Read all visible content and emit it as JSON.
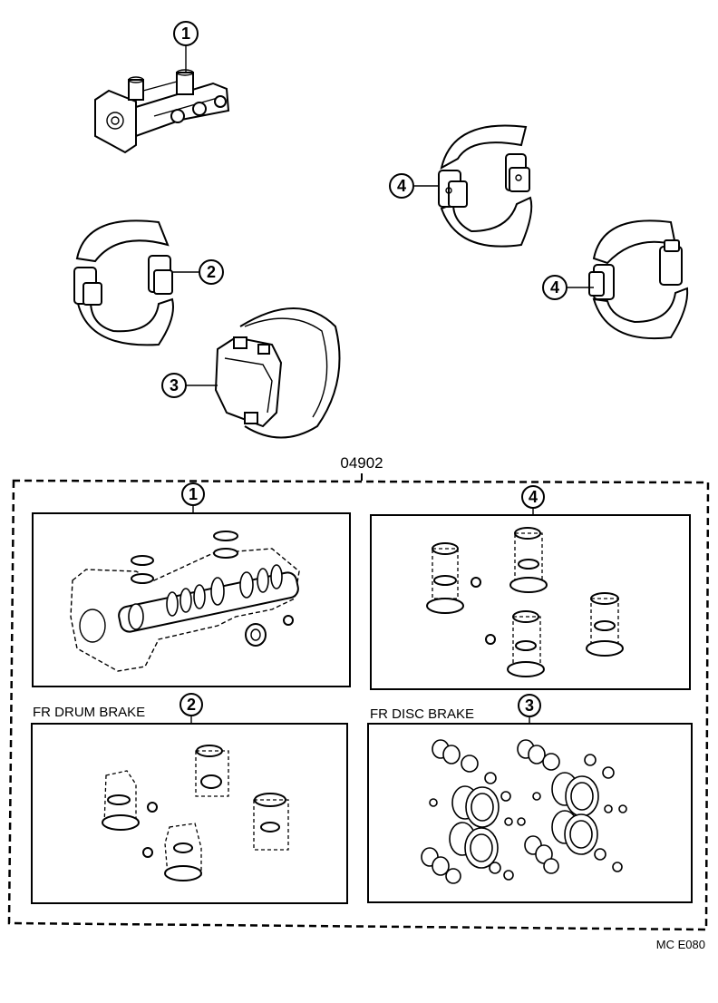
{
  "kit_number": "04902",
  "callouts": [
    "1",
    "2",
    "3",
    "4"
  ],
  "sections": {
    "master_cylinder": {
      "number": "1",
      "caption": ""
    },
    "rear_wheel_cylinder": {
      "number": "4",
      "caption": ""
    },
    "fr_drum_brake": {
      "number": "2",
      "caption": "FR DRUM BRAKE"
    },
    "fr_disc_brake": {
      "number": "3",
      "caption": "FR DISC BRAKE"
    }
  },
  "figure_code": "MC E080"
}
